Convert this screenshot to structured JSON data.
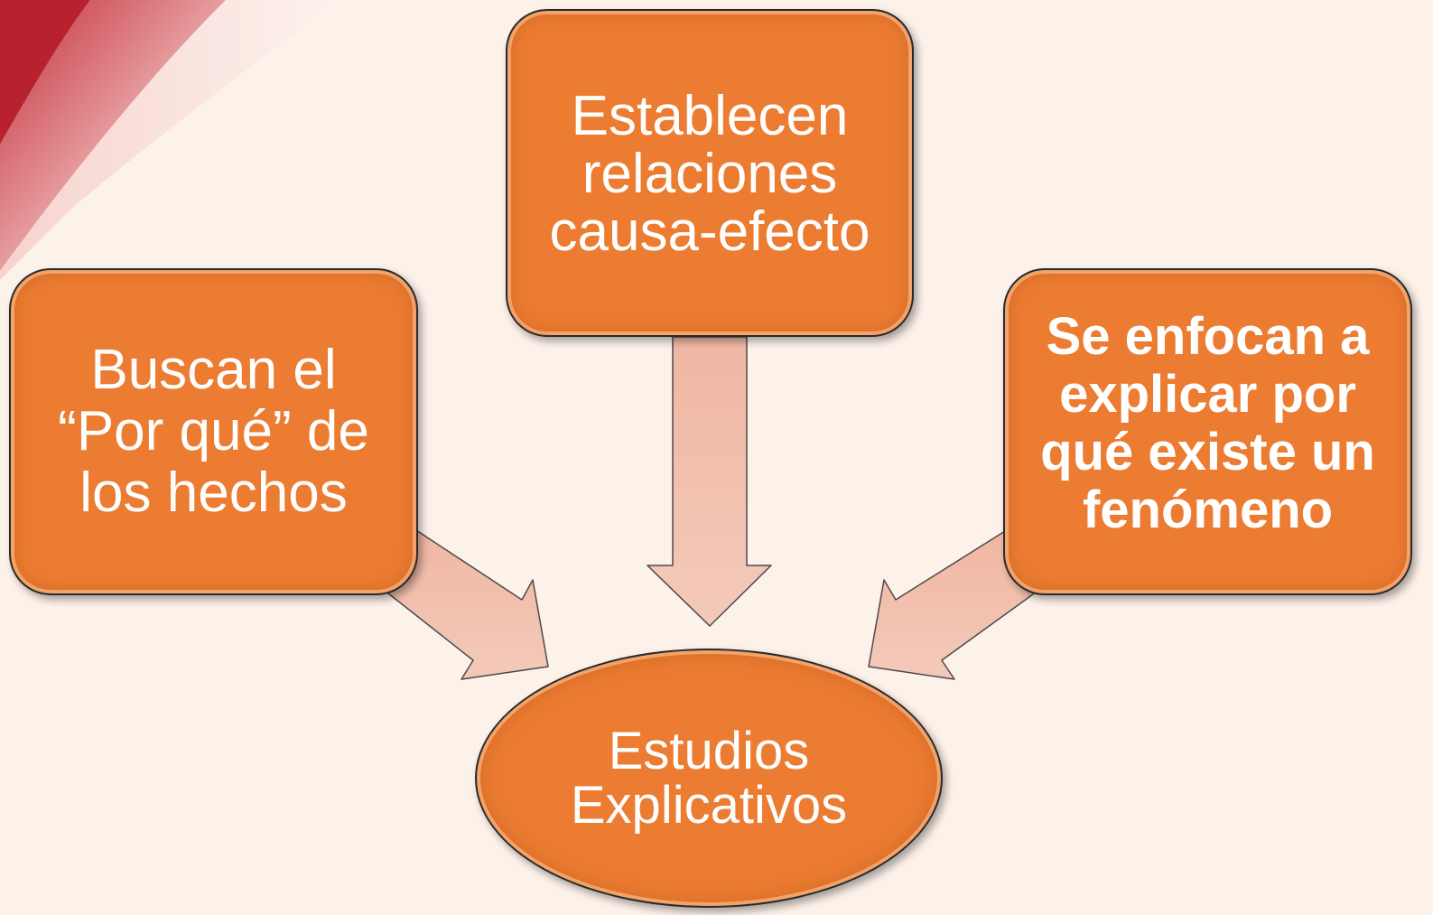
{
  "diagram": {
    "nodes": {
      "left": "Buscan el\n“Por qué” de\nlos hechos",
      "center": "Establecen\nrelaciones\ncausa-efecto",
      "right": "Se enfocan a\nexplicar por\nqué existe un\nfenómeno",
      "target": "Estudios\nExplicativos"
    },
    "colors": {
      "node_fill": "#ec7c32",
      "node_border": "#2a2a2a",
      "arrow_fill": "#f2bfad",
      "background": "#fdf2ea",
      "corner_decoration": "#c83c48"
    },
    "connections": [
      {
        "from": "left",
        "to": "target"
      },
      {
        "from": "center",
        "to": "target"
      },
      {
        "from": "right",
        "to": "target"
      }
    ]
  }
}
